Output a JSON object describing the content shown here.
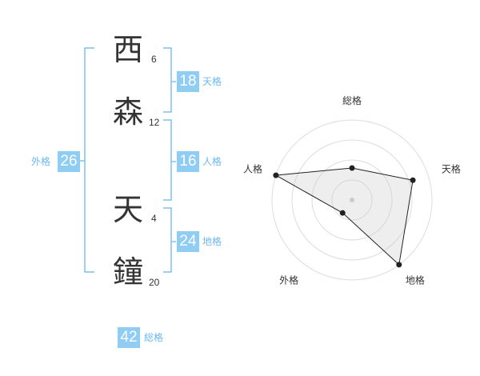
{
  "name": {
    "chars": [
      {
        "char": "西",
        "strokes": "6"
      },
      {
        "char": "森",
        "strokes": "12"
      },
      {
        "char": "天",
        "strokes": "4"
      },
      {
        "char": "鐘",
        "strokes": "20"
      }
    ]
  },
  "kakusu": {
    "tenkaku": {
      "value": "18",
      "label": "天格"
    },
    "jinkaku": {
      "value": "16",
      "label": "人格"
    },
    "chikaku": {
      "value": "24",
      "label": "地格"
    },
    "gaikaku": {
      "value": "26",
      "label": "外格"
    },
    "soukaku": {
      "value": "42",
      "label": "総格"
    }
  },
  "colors": {
    "accent": "#8fcdf5",
    "bracket": "#7cc2f2",
    "label": "#6ab8ee",
    "text": "#333333"
  },
  "chart_data": {
    "type": "radar",
    "axes": [
      "総格",
      "天格",
      "地格",
      "外格",
      "人格"
    ],
    "values": [
      2,
      4,
      5,
      1,
      5
    ],
    "range": [
      0,
      5
    ],
    "rings": 4,
    "grid": true
  }
}
